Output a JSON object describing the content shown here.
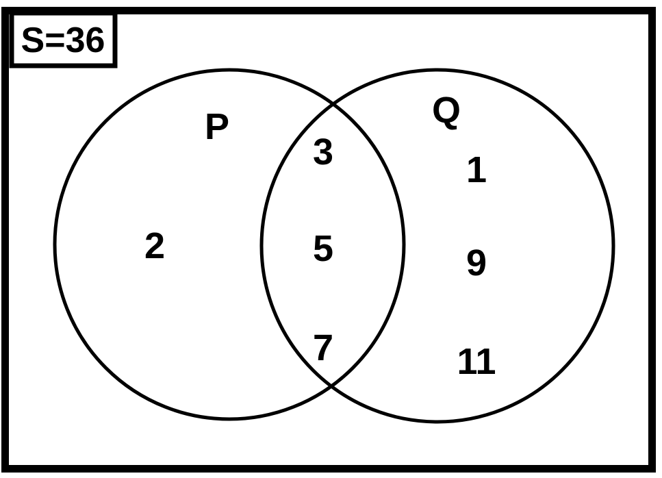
{
  "venn": {
    "type": "venn-diagram",
    "universe_label": "S=36",
    "set_p": {
      "label": "P",
      "only_values": [
        "2"
      ]
    },
    "set_q": {
      "label": "Q",
      "only_values": [
        "1",
        "9",
        "11"
      ]
    },
    "intersection": {
      "values": [
        "3",
        "5",
        "7"
      ]
    },
    "colors": {
      "stroke": "#000000",
      "background": "#ffffff"
    }
  }
}
